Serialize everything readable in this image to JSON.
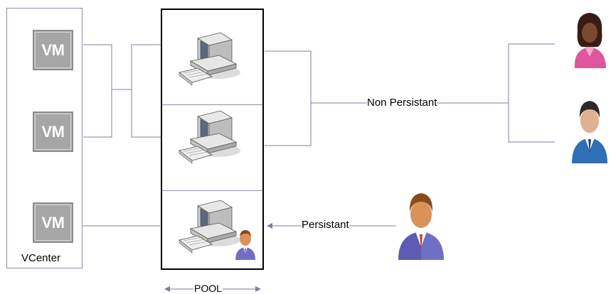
{
  "vcenter": {
    "label": "VCenter",
    "vms": [
      {
        "label": "VM"
      },
      {
        "label": "VM"
      },
      {
        "label": "VM"
      }
    ]
  },
  "pool": {
    "label": "POOL",
    "slots": [
      "desktop",
      "desktop",
      "desktop-with-user"
    ]
  },
  "connections": {
    "non_persistent_label": "Non Persistant",
    "persistent_label": "Persistant"
  },
  "users": [
    {
      "icon": "female-user-icon"
    },
    {
      "icon": "male-user-icon"
    },
    {
      "icon": "persistent-user-icon"
    }
  ],
  "colors": {
    "line": "#7b80a0",
    "vm_tile": "#a6a6a6",
    "female_shirt": "#e0569a",
    "male_shirt": "#2f6fb5",
    "persistent_shirt": "#6f6fc4"
  }
}
